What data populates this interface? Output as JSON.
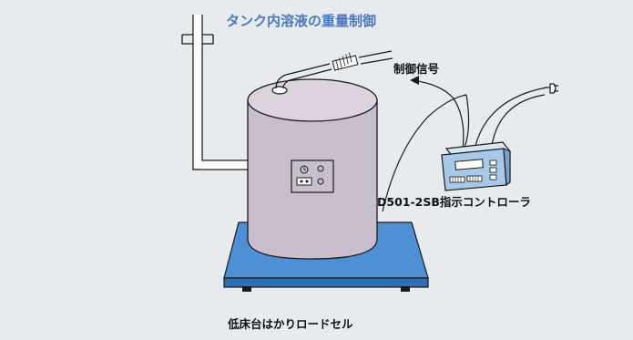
{
  "diagram": {
    "title": "タンク内溶液の重量制御",
    "labels": {
      "control_signal": "制御信号",
      "controller": "D501-2SB指示コントローラ",
      "load_cell": "低床台はかりロードセル"
    },
    "colors": {
      "background": "#e8ebee",
      "title": "#4a79c2",
      "tank": "#c9bfcc",
      "tank_top": "#dcd3de",
      "scale_platform": "#4e90d6",
      "scale_edge": "#2f6fb6",
      "controller_body": "#a8c8e8",
      "outline": "#1a1a1a"
    }
  }
}
